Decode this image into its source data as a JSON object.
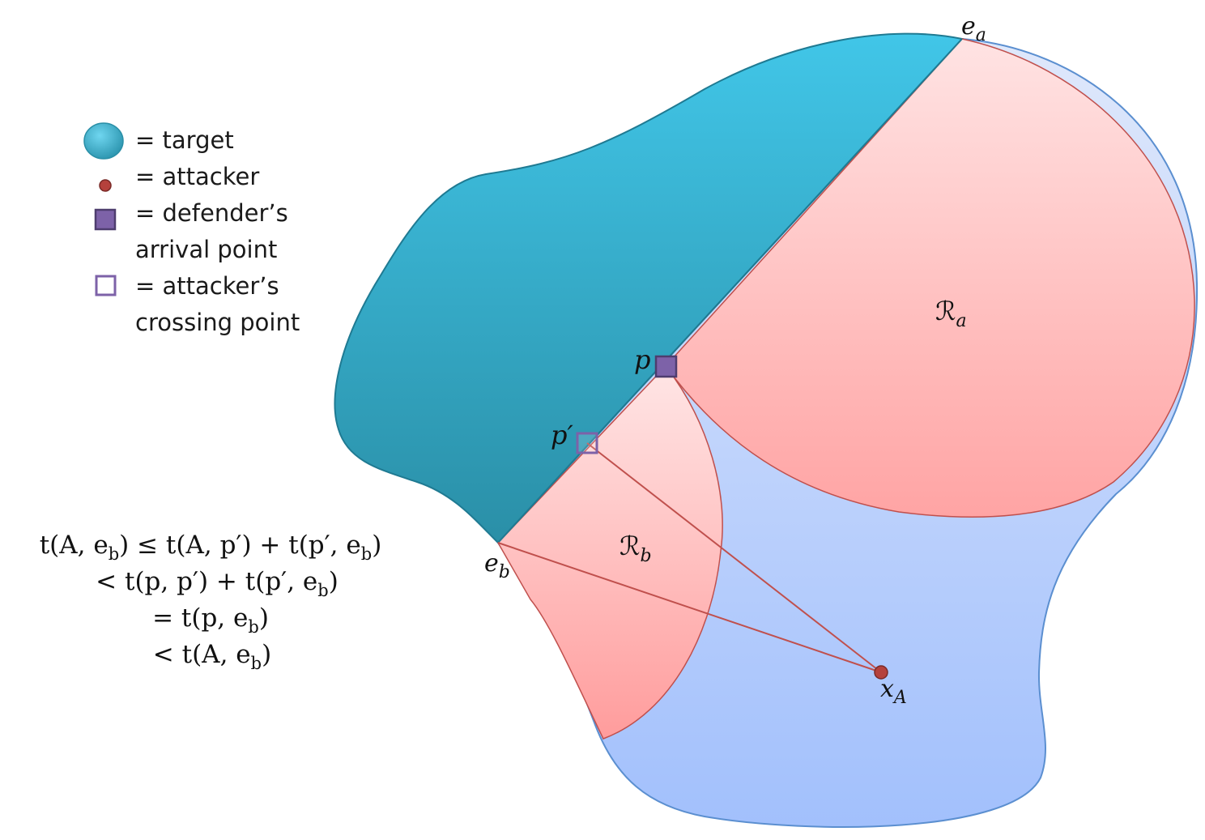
{
  "legend": {
    "target": "= target",
    "attacker": "= attacker",
    "defender_line1": "= defender’s",
    "defender_line2": "arrival point",
    "crossing_line1": "= attacker’s",
    "crossing_line2": "crossing point"
  },
  "labels": {
    "e_a_base": "e",
    "e_a_sub": "a",
    "e_b_base": "e",
    "e_b_sub": "b",
    "p": "p",
    "p_prime": "p′",
    "R_a_base": "ℛ",
    "R_a_sub": "a",
    "R_b_base": "ℛ",
    "R_b_sub": "b",
    "x_A_base": "x",
    "x_A_sub": "A"
  },
  "equations": [
    {
      "main": "t(A, e",
      "sub": "b",
      "rest": ") ≤ t(A, p′) + t(p′, e",
      "sub2": "b",
      "end": ")"
    },
    {
      "main": "< t(p, p′) + t(p′, e",
      "sub": "b",
      "rest": ")"
    },
    {
      "main": "= t(p, e",
      "sub": "b",
      "rest": ")"
    },
    {
      "main": "< t(A, e",
      "sub": "b",
      "rest": ")"
    }
  ],
  "colors": {
    "target": "#2f9fc0",
    "region": "#ff9e9e",
    "domain": "#a6c4ff",
    "attacker": "#b5413c",
    "defender": "#7d62a8",
    "line": "#c0504d"
  }
}
